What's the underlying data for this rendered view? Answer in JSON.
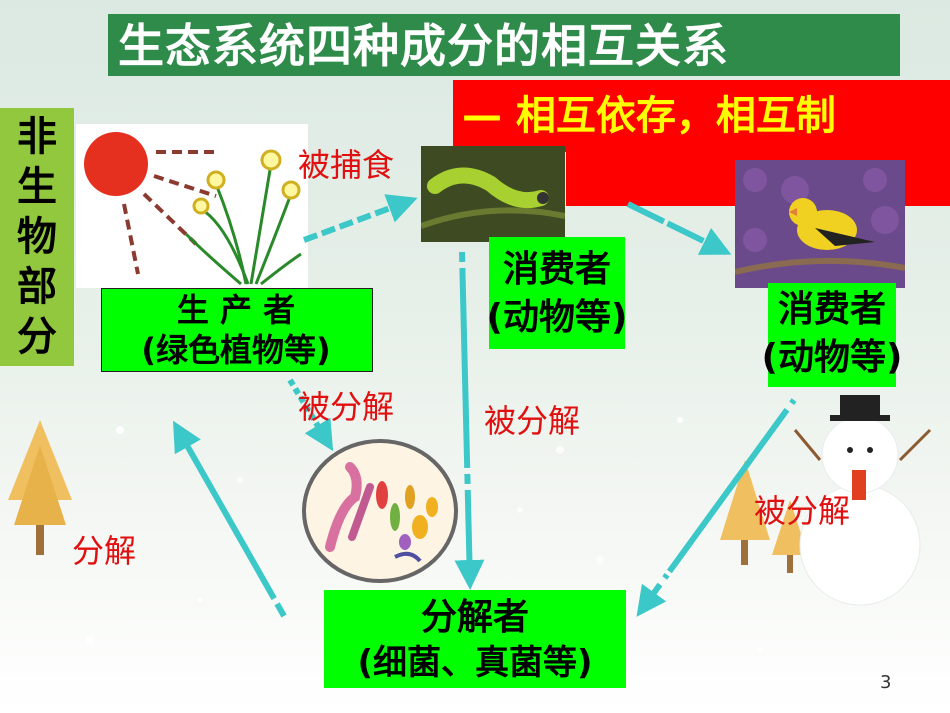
{
  "title": "生态系统四种成分的相互关系",
  "subtitle": "— 相互依存，相互制",
  "abiotic_label": "非生物部分",
  "producer": {
    "line1": "生  产  者",
    "line2": "(绿色植物等)"
  },
  "consumer1": {
    "line1": "消费者",
    "line2": "(动物等)"
  },
  "consumer2": {
    "line1": "消费者",
    "line2": "(动物等)"
  },
  "decomposer": {
    "line1": "分解者",
    "line2": "(细菌、真菌等)"
  },
  "arrow_labels": {
    "eaten": "被捕食",
    "decomposed_producer": "被分解",
    "decomposed_consumer1": "被分解",
    "decomposed_consumer2": "被分解",
    "decompose": "分解"
  },
  "page_number": "3",
  "colors": {
    "title_bg": "#2e8b4a",
    "banner_bg": "#ff0000",
    "banner_text": "#ffff00",
    "box_bg": "#00ff00",
    "arrow": "#3cc8c8",
    "label_red": "#e01010",
    "abiotic_bg": "#92c83e"
  },
  "icons": [
    "sun-icon",
    "narcissus-plant-icon",
    "caterpillar-image",
    "bird-image",
    "microbes-image",
    "snowman-icon",
    "tree-icon"
  ]
}
